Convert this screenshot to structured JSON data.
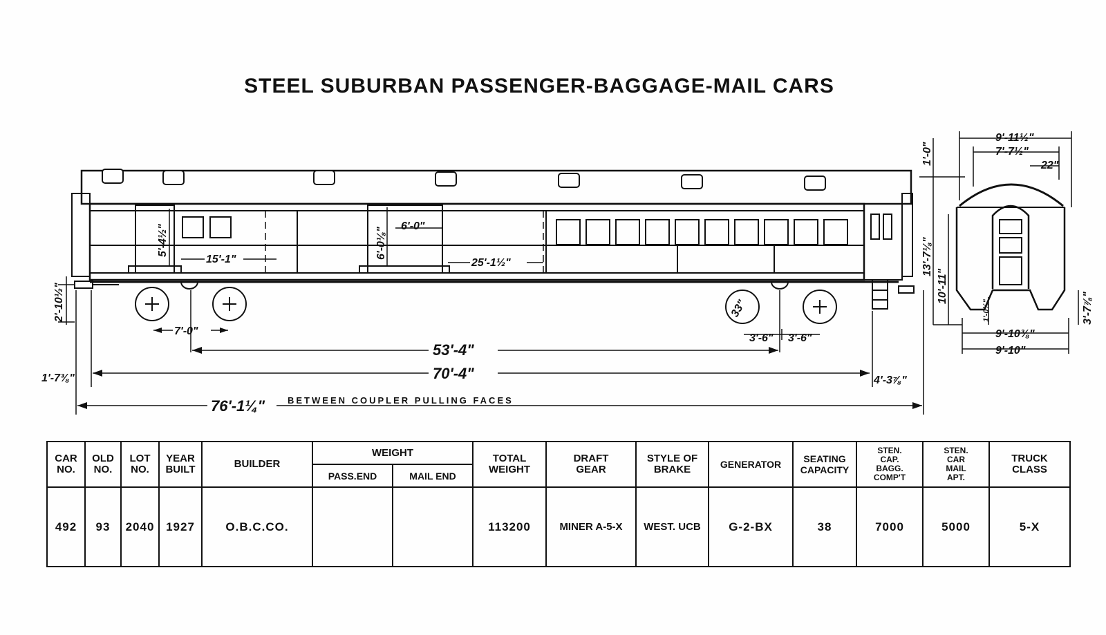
{
  "title": "STEEL SUBURBAN PASSENGER-BAGGAGE-MAIL CARS",
  "dimensions": {
    "between_couplers": "76'-1¼\"",
    "between_couplers_note": "BETWEEN COUPLER PULLING FACES",
    "body_length": "70'-4\"",
    "truck_centers": "53'-4\"",
    "truck_wheelbase": "7'-0\"",
    "end_overhang_right": "4'-3⅞\"",
    "end_overhang_left": "1'-7⅜\"",
    "coupler_height": "2'-10½\"",
    "door_left_height": "5'-4½\"",
    "door_center_width": "6'-0\"",
    "door_center_height": "6'-0⅛\"",
    "panel_15": "15'-1\"",
    "panel_25": "25'-1½\"",
    "wheel_diameter": "33\"",
    "truck_half_a": "3'-6\"",
    "truck_half_b": "3'-6\"",
    "width_top": "9'-11½\"",
    "width_roof": "7'-7½\"",
    "width_eave": "22\"",
    "roof_rise": "1'-0\"",
    "height_total": "13'-7⅛\"",
    "height_body": "10'-11\"",
    "sill_height": "3'-7⅞\"",
    "step_height": "1'-0¼\"",
    "width_sill": "9'-10⅜\"",
    "width_body": "9'-10\""
  },
  "table": {
    "headers": {
      "car_no": [
        "CAR",
        "NO."
      ],
      "old_no": [
        "OLD",
        "NO."
      ],
      "lot_no": [
        "LOT",
        "NO."
      ],
      "year_built": [
        "YEAR",
        "BUILT"
      ],
      "builder": "BUILDER",
      "weight": "WEIGHT",
      "pass_end": "PASS.END",
      "mail_end": "MAIL END",
      "total_weight": [
        "TOTAL",
        "WEIGHT"
      ],
      "draft_gear": [
        "DRAFT",
        "GEAR"
      ],
      "brake": [
        "STYLE OF",
        "BRAKE"
      ],
      "generator": "GENERATOR",
      "seating": [
        "SEATING",
        "CAPACITY"
      ],
      "sten_bagg": [
        "STEN.",
        "CAP.",
        "BAGG.",
        "COMP'T"
      ],
      "sten_mail": [
        "STEN.",
        "CAR",
        "MAIL",
        "APT."
      ],
      "truck_class": [
        "TRUCK",
        "CLASS"
      ]
    },
    "rows": [
      {
        "car_no": "492",
        "old_no": "93",
        "lot_no": "2040",
        "year_built": "1927",
        "builder": "O.B.C.CO.",
        "pass_end": "",
        "mail_end": "",
        "total_weight": "113200",
        "draft_gear": "MINER A-5-X",
        "brake": "WEST. UCB",
        "generator": "G-2-BX",
        "seating": "38",
        "sten_bagg": "7000",
        "sten_mail": "5000",
        "truck_class": "5-X"
      }
    ]
  }
}
